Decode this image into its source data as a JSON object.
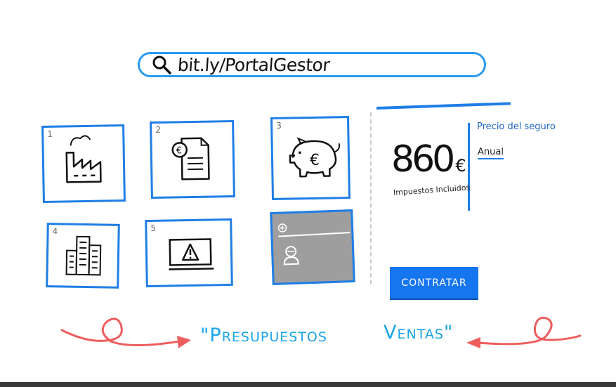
{
  "search": {
    "url": "bit.ly/PortalGestor",
    "icon": "search-icon"
  },
  "tiles": [
    {
      "number": "1",
      "icon": "factory-icon"
    },
    {
      "number": "2",
      "icon": "euro-invoice-icon"
    },
    {
      "number": "3",
      "icon": "piggy-bank-euro-icon"
    },
    {
      "number": "4",
      "icon": "office-building-icon"
    },
    {
      "number": "5",
      "icon": "warning-screen-icon"
    },
    {
      "number": "",
      "icon": "user-avatar-icon",
      "extra_icon": "plus-circle-icon"
    }
  ],
  "pricing": {
    "label": "Precio del seguro",
    "amount": "860",
    "currency": "€",
    "taxes": "Impuestos Incluidos",
    "period": "Anual",
    "cta": "CONTRATAR"
  },
  "footer": {
    "left_word": "\"Presupuestos",
    "right_word": "Ventas\""
  },
  "colors": {
    "accent": "#1f7ee6",
    "button": "#1676f0",
    "arrow": "#ee5d5d",
    "words": "#1aa4e8",
    "grey_tile": "#9e9e9e"
  }
}
